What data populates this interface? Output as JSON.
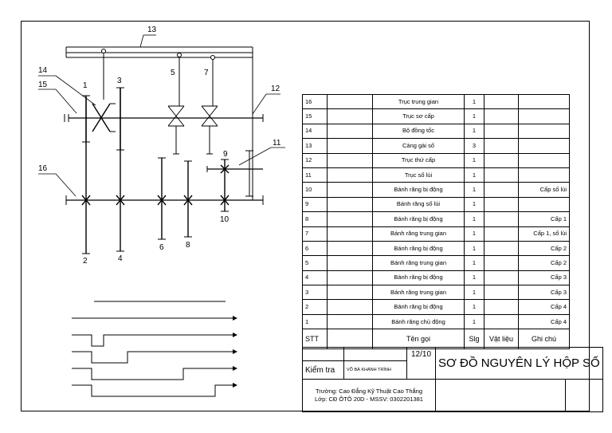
{
  "callouts": {
    "n1": "1",
    "n2": "2",
    "n3": "3",
    "n4": "4",
    "n5": "5",
    "n6": "6",
    "n7": "7",
    "n8": "8",
    "n9": "9",
    "n10": "10",
    "n11": "11",
    "n12": "12",
    "n13": "13",
    "n14": "14",
    "n15": "15",
    "n16": "16"
  },
  "parts": [
    {
      "no": "16",
      "name": "Trục trung gian",
      "qty": "1",
      "material": "",
      "note": ""
    },
    {
      "no": "15",
      "name": "Trục sơ cấp",
      "qty": "1",
      "material": "",
      "note": ""
    },
    {
      "no": "14",
      "name": "Bộ đồng tốc",
      "qty": "1",
      "material": "",
      "note": ""
    },
    {
      "no": "13",
      "name": "Càng gài số",
      "qty": "3",
      "material": "",
      "note": ""
    },
    {
      "no": "12",
      "name": "Trục thứ cấp",
      "qty": "1",
      "material": "",
      "note": ""
    },
    {
      "no": "11",
      "name": "Trục số lùi",
      "qty": "1",
      "material": "",
      "note": ""
    },
    {
      "no": "10",
      "name": "Bánh răng bị động",
      "qty": "1",
      "material": "",
      "note": "Cấp số lùi"
    },
    {
      "no": "9",
      "name": "Bánh răng số lùi",
      "qty": "1",
      "material": "",
      "note": ""
    },
    {
      "no": "8",
      "name": "Bánh răng bị động",
      "qty": "1",
      "material": "",
      "note": "Cấp 1"
    },
    {
      "no": "7",
      "name": "Bánh răng trung gian",
      "qty": "1",
      "material": "",
      "note": "Cấp 1, số lùi"
    },
    {
      "no": "6",
      "name": "Bánh răng bị động",
      "qty": "1",
      "material": "",
      "note": "Cấp 2"
    },
    {
      "no": "5",
      "name": "Bánh răng trung gian",
      "qty": "1",
      "material": "",
      "note": "Cấp 2"
    },
    {
      "no": "4",
      "name": "Bánh răng bị động",
      "qty": "1",
      "material": "",
      "note": "Cấp 3"
    },
    {
      "no": "3",
      "name": "Bánh răng trung gian",
      "qty": "1",
      "material": "",
      "note": "Cấp 3"
    },
    {
      "no": "2",
      "name": "Bánh răng bị động",
      "qty": "1",
      "material": "",
      "note": "Cấp 4"
    },
    {
      "no": "1",
      "name": "Bánh răng chủ động",
      "qty": "1",
      "material": "",
      "note": "Cấp 4"
    }
  ],
  "header": {
    "no": "STT",
    "name": "Tên gọi",
    "qty": "Slg",
    "material": "Vật liệu",
    "note": "Ghi chú"
  },
  "title_block": {
    "role": "Kiểm tra",
    "person": "VÕ BÁ KHÁNH TRÌNH",
    "date": "12/10",
    "drawing_title": "SƠ ĐỒ NGUYÊN LÝ HỘP SỐ",
    "school_line1": "Trường: Cao Đẳng Kỹ Thuật Cao Thắng",
    "school_line2": "Lớp: CĐ ÔTÔ 20D - MSSV: 0302201381"
  }
}
